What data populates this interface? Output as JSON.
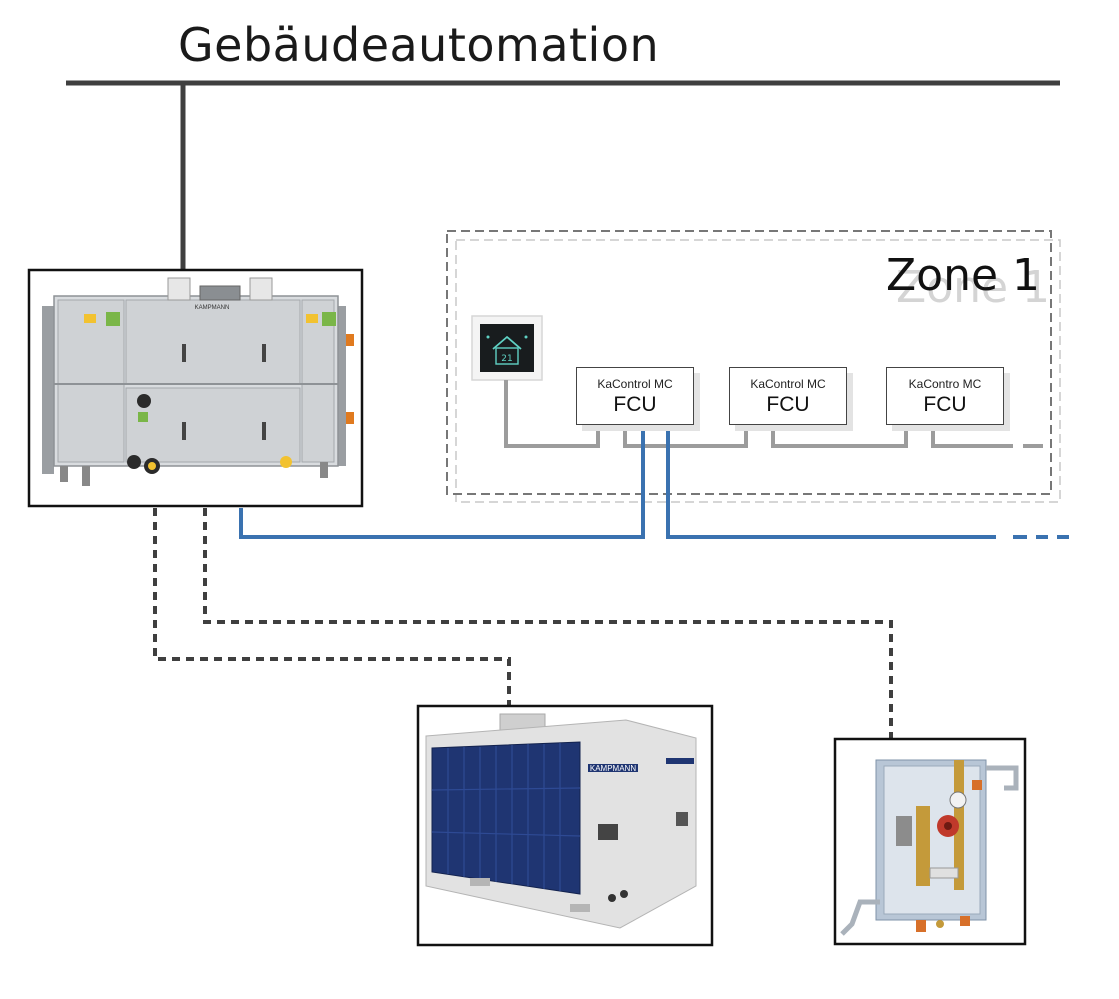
{
  "title": "Gebäudeautomation",
  "zone": {
    "label": "Zone 1"
  },
  "thermostat": {
    "display_value": "21"
  },
  "controllers": [
    {
      "sub_label": "KaControl MC",
      "main_label": "FCU"
    },
    {
      "sub_label": "KaControl MC",
      "main_label": "FCU"
    },
    {
      "sub_label": "KaContro MC",
      "main_label": "FCU"
    }
  ],
  "devices": {
    "ahu": {
      "icon": "air-handling-unit-icon",
      "brand": "KAMPMANN"
    },
    "chiller": {
      "icon": "outdoor-chiller-icon",
      "brand": "KAMPMANN"
    },
    "hydraulic": {
      "icon": "hydraulic-station-icon"
    }
  },
  "colors": {
    "bus": "#3f3f3f",
    "water": "#3a72b0",
    "dashed": "#3f3f3f",
    "zone_border": "#777777"
  }
}
